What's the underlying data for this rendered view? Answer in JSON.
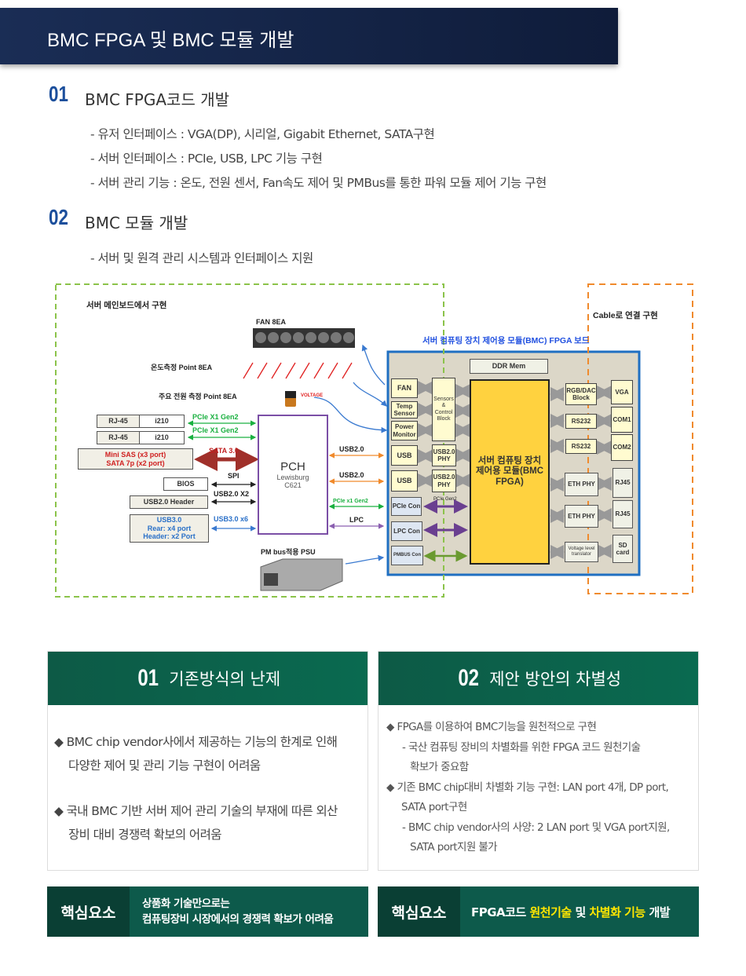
{
  "header": {
    "title": "BMC FPGA 및 BMC 모듈 개발"
  },
  "sections": [
    {
      "num": "01",
      "title": "BMC FPGA코드 개발",
      "bullets": [
        "-  유저 인터페이스 : VGA(DP), 시리얼, Gigabit Ethernet,  SATA구현",
        "-  서버 인터페이스 : PCIe, USB, LPC 기능 구현",
        "-  서버 관리 기능 : 온도, 전원 센서, Fan속도 제어 및 PMBus를 통한 파워 모듈 제어 기능 구현"
      ]
    },
    {
      "num": "02",
      "title": "BMC 모듈 개발",
      "bullets": [
        "-  서버 및 원격 관리 시스템과 인터페이스 지원"
      ]
    }
  ],
  "diagram": {
    "mainboard_label": "서버 메인보드에서 구현",
    "cable_label": "Cable로 연결 구현",
    "fan": "FAN 8EA",
    "temp": "온도측정 Point 8EA",
    "power": "주요 전원 측정 Point 8EA",
    "voltage": "VOLTAGE",
    "rj45": "RJ-45",
    "i210": "i210",
    "pcie_x1": "PCIe X1 Gen2",
    "sas": "Mini SAS (x3 port)",
    "sata7p": "SATA 7p (x2 port)",
    "sata3": "SATA 3.0",
    "bios": "BIOS",
    "spi": "SPI",
    "usb2_header": "USB2.0 Header",
    "usb2_x2": "USB2.0 X2",
    "usb3": "USB3.0",
    "usb3_rear": "Rear: x4 port",
    "usb3_header": "Header: x2 Port",
    "usb3_x6": "USB3.0 x6",
    "pch": "PCH",
    "pch_sub1": "Lewisburg",
    "pch_sub2": "C621",
    "usb20": "USB2.0",
    "pcie_x1_small": "PCIe x1 Gen2",
    "lpc": "LPC",
    "psu": "PM bus적용 PSU",
    "board_title": "서버 컴퓨팅 장치 제어용 모듈(BMC) FPGA 보드",
    "ddr": "DDR Mem",
    "fpga": "서버 컴퓨팅 장치 제어용 모듈(BMC FPGA)",
    "left": [
      "FAN",
      "Temp Sensor",
      "Power Monitor",
      "USB",
      "USB",
      "PCIe Con",
      "LPC Con",
      "PMBUS Con"
    ],
    "sensors": "Sensors & Control Block",
    "usb_phy": "USB2.0 PHY",
    "pcie_gen2": "PCIe Gen2",
    "mid_right": [
      "RGB/DAC Block",
      "RS232",
      "RS232",
      "ETH PHY",
      "ETH PHY",
      "Voltage level translator"
    ],
    "far_right": [
      "VGA",
      "COM1",
      "COM2",
      "RJ45",
      "RJ45",
      "SD card"
    ]
  },
  "panels": [
    {
      "num": "01",
      "title": "기존방식의 난제",
      "lines": [
        "◆ BMC chip vendor사에서 제공하는 기능의 한계로 인해",
        "다양한 제어 및 관리 기능 구현이 어려움",
        "◆ 국내 BMC 기반 서버 제어 관리 기술의 부재에 따른 외산",
        "장비 대비 경쟁력 확보의 어려움"
      ]
    },
    {
      "num": "02",
      "title": "제안 방안의 차별성",
      "lines": [
        "◆  FPGA를 이용하여 BMC기능을 원천적으로 구현",
        "- 국산 컴퓨팅 장비의 차별화를 위한 FPGA 코드 원천기술",
        "확보가 중요함",
        "◆  기존 BMC chip대비 차별화 기능 구현: LAN port 4개, DP port,",
        "SATA port구현",
        "- BMC chip vendor사의 사양: 2 LAN port 및 VGA port지원,",
        "SATA port지원 불가"
      ]
    }
  ],
  "keys": [
    {
      "label": "핵심요소",
      "line1": "상품화 기술만으로는",
      "line2": "컴퓨팅장비 시장에서의 경쟁력 확보가 어려움"
    },
    {
      "label": "핵심요소",
      "p1": "FPGA코드 ",
      "h1": "원천기술",
      "p2": " 및 ",
      "h2": "차별화 기능",
      "p3": " 개발"
    }
  ]
}
